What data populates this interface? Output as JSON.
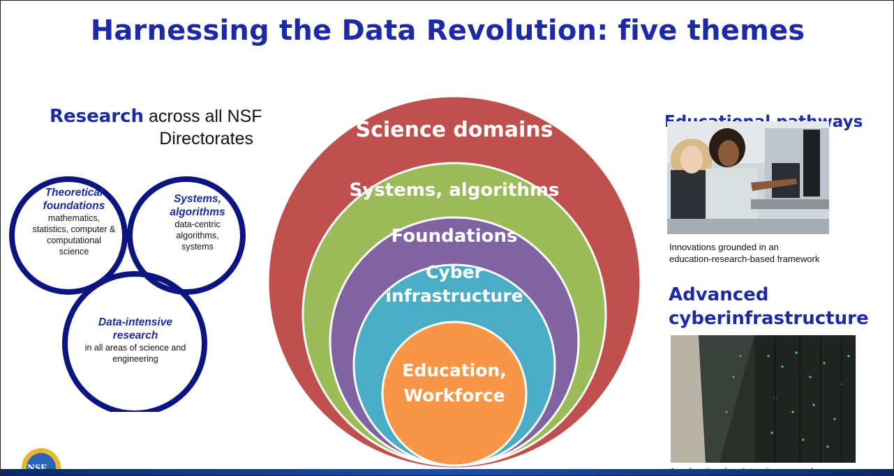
{
  "title": "Harnessing the Data Revolution: five themes",
  "research": {
    "bold": "Research",
    "rest": "across all NSF",
    "line2": "Directorates"
  },
  "venn": {
    "theoretical": {
      "heading_1": "Theoretical",
      "heading_2": "foundations",
      "desc_1": "mathematics,",
      "desc_2": "statistics, computer &",
      "desc_3": "computational",
      "desc_4": "science"
    },
    "systems": {
      "heading_1": "Systems,",
      "heading_2": "algorithms",
      "desc_1": "data-centric",
      "desc_2": "algorithms,",
      "desc_3": "systems"
    },
    "data_intensive": {
      "heading_1": "Data-intensive",
      "heading_2": "research",
      "desc_1": "in all areas of science and",
      "desc_2": "engineering"
    },
    "circle_color": "#0b1480"
  },
  "rings": [
    {
      "label": "Science domains",
      "color": "#c0504d"
    },
    {
      "label": "Systems, algorithms",
      "color": "#9bbb59"
    },
    {
      "label": "Foundations",
      "color": "#8064a2"
    },
    {
      "label_1": "Cyber",
      "label_2": "infrastructure",
      "color": "#4bacc6"
    },
    {
      "label_1": "Education,",
      "label_2": "Workforce",
      "color": "#f79646"
    }
  ],
  "right": {
    "edu_header": "Educational pathways",
    "edu_caption_1": "Innovations grounded in an",
    "edu_caption_2": "education-research-based framework",
    "cyber_header_1": "Advanced",
    "cyber_header_2": "cyberinfrastructure",
    "cyber_caption": "Accelerating data-intensive research"
  },
  "logo_text": "NSF",
  "accent_color": "#1c2aa8"
}
